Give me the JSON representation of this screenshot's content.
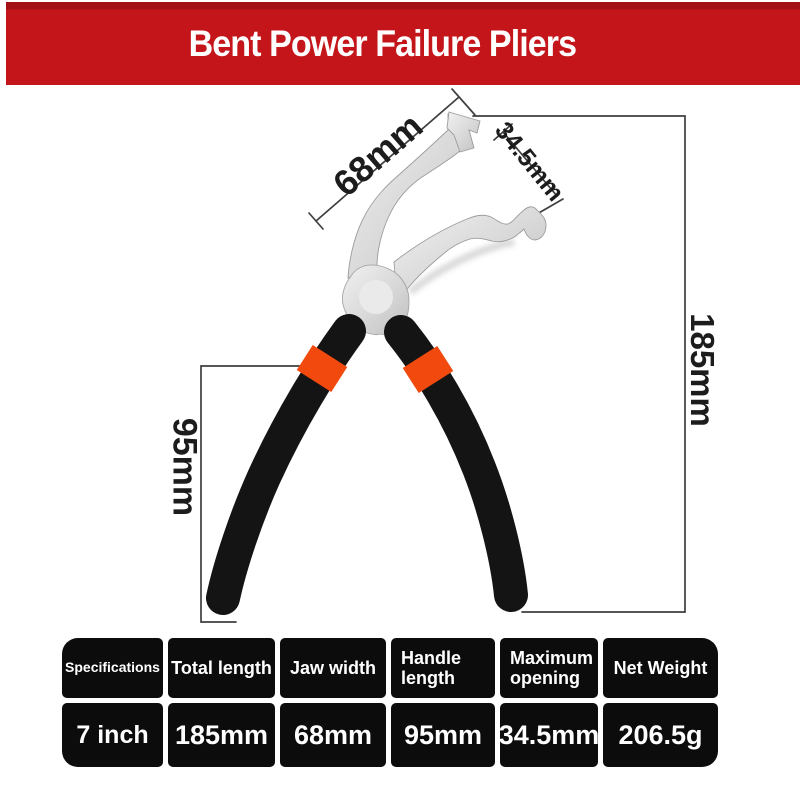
{
  "header": {
    "title": "Bent Power Failure Pliers"
  },
  "dimensions": {
    "jaw_width": "68mm",
    "max_opening": "34.5mm",
    "total_length": "185mm",
    "handle_length": "95mm"
  },
  "table": {
    "headers": [
      "Specifications",
      "Total length",
      "Jaw width",
      "Handle length",
      "Maximum opening",
      "Net Weight"
    ],
    "values": [
      "7 inch",
      "185mm",
      "68mm",
      "95mm",
      "34.5mm",
      "206.5g"
    ]
  },
  "colors": {
    "banner-red": "#c4151b",
    "banner-red-dark": "#a31016",
    "grip-orange": "#f24a0e",
    "cell-black": "#0c0c0c"
  }
}
